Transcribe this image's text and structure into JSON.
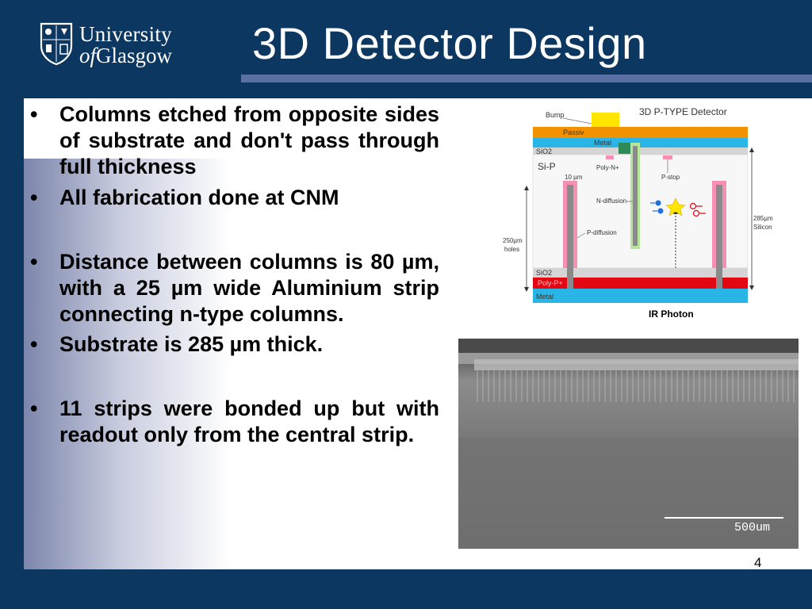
{
  "logo": {
    "line1": "University",
    "line2_of": "of",
    "line2_rest": "Glasgow"
  },
  "title": "3D Detector Design",
  "bullets": [
    "Columns etched from opposite sides of substrate and don't pass through full thickness",
    "All fabrication done at CNM",
    "Distance between columns is 80 µm, with a 25 µm wide Aluminium strip connecting n-type columns.",
    "Substrate is 285 µm thick.",
    "11 strips were bonded up but with readout only from the central strip."
  ],
  "bullet_symbol": "•",
  "schematic": {
    "heading": "3D P-TYPE Detector",
    "labels": {
      "bump": "Bump",
      "passiv": "Passiv",
      "metal_top": "Metal",
      "sio2_top": "SiO2",
      "si_p": "Si-P",
      "poly_n": "Poly-N+",
      "p_stop": "P-stop",
      "ten_um": "10 µm",
      "n_diffusion": "N-diffusion",
      "p_diffusion": "P-diffusion",
      "holes_250": "250µm",
      "holes_word": "holes",
      "silicon_285": "285µm",
      "silicon_word": "Silicon",
      "sio2_bottom": "SiO2",
      "poly_p": "Poly-P+",
      "metal_bottom": "Metal"
    },
    "caption": "IR Photon"
  },
  "sem": {
    "scale_label": "500um"
  },
  "page_number": "4",
  "colors": {
    "background": "#0c3760",
    "title_rule": "#5a6fa4",
    "passivation": "#f39200",
    "metal": "#29b6e6",
    "bump": "#ffe500",
    "n_column": "#2e8b57",
    "p_column": "#f58fb4",
    "poly_p": "#e30613"
  }
}
